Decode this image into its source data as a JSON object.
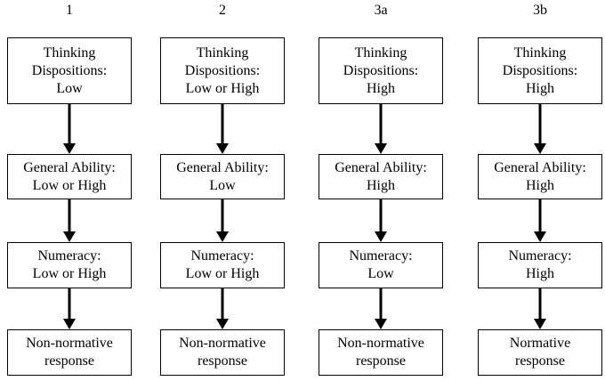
{
  "columns": [
    {
      "header": "1",
      "boxes": [
        [
          "Thinking",
          "Dispositions:",
          "Low"
        ],
        [
          "General Ability:",
          "Low or High"
        ],
        [
          "Numeracy:",
          "Low or High"
        ],
        [
          "Non-normative",
          "response"
        ]
      ]
    },
    {
      "header": "2",
      "boxes": [
        [
          "Thinking",
          "Dispositions:",
          "Low or High"
        ],
        [
          "General Ability:",
          "Low"
        ],
        [
          "Numeracy:",
          "Low or High"
        ],
        [
          "Non-normative",
          "response"
        ]
      ]
    },
    {
      "header": "3a",
      "boxes": [
        [
          "Thinking",
          "Dispositions:",
          "High"
        ],
        [
          "General Ability:",
          "High"
        ],
        [
          "Numeracy:",
          "Low"
        ],
        [
          "Non-normative",
          "response"
        ]
      ]
    },
    {
      "header": "3b",
      "boxes": [
        [
          "Thinking",
          "Dispositions:",
          "High"
        ],
        [
          "General Ability:",
          "High"
        ],
        [
          "Numeracy:",
          "High"
        ],
        [
          "Normative",
          "response"
        ]
      ]
    }
  ]
}
